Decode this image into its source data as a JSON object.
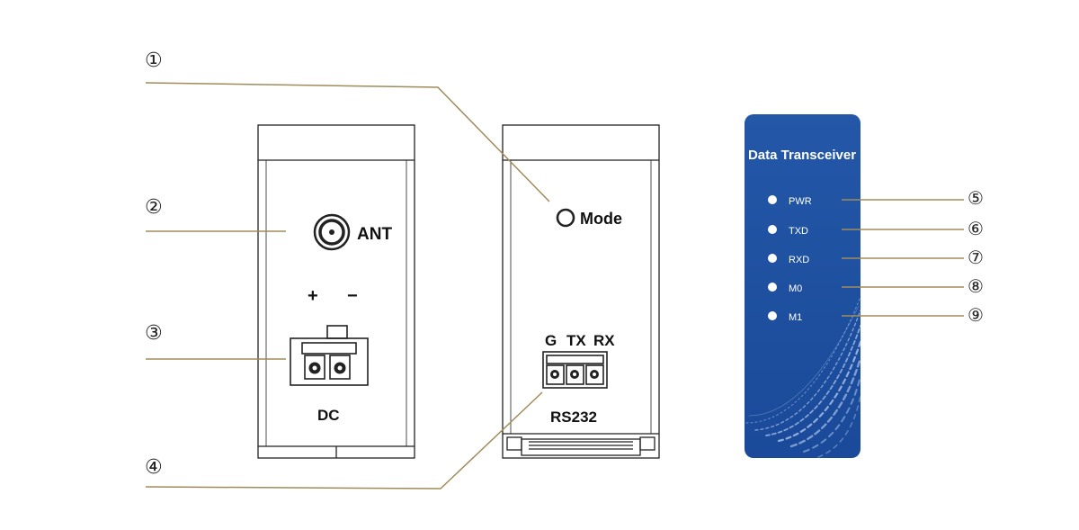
{
  "callouts": [
    "①",
    "②",
    "③",
    "④",
    "⑤",
    "⑥",
    "⑦",
    "⑧",
    "⑨"
  ],
  "left_device": {
    "antenna_label": "ANT",
    "plus_label": "+",
    "minus_label": "−",
    "dc_label": "DC"
  },
  "middle_device": {
    "mode_label": "Mode",
    "pin_labels": [
      "G",
      "TX",
      "RX"
    ],
    "port_label": "RS232"
  },
  "panel": {
    "title": "Data Transceiver",
    "leds": [
      "PWR",
      "TXD",
      "RXD",
      "M0",
      "M1"
    ]
  },
  "colors": {
    "leader_line": "#a08c5a",
    "panel_blue": "#1e4fa0",
    "outline": "#222222"
  }
}
